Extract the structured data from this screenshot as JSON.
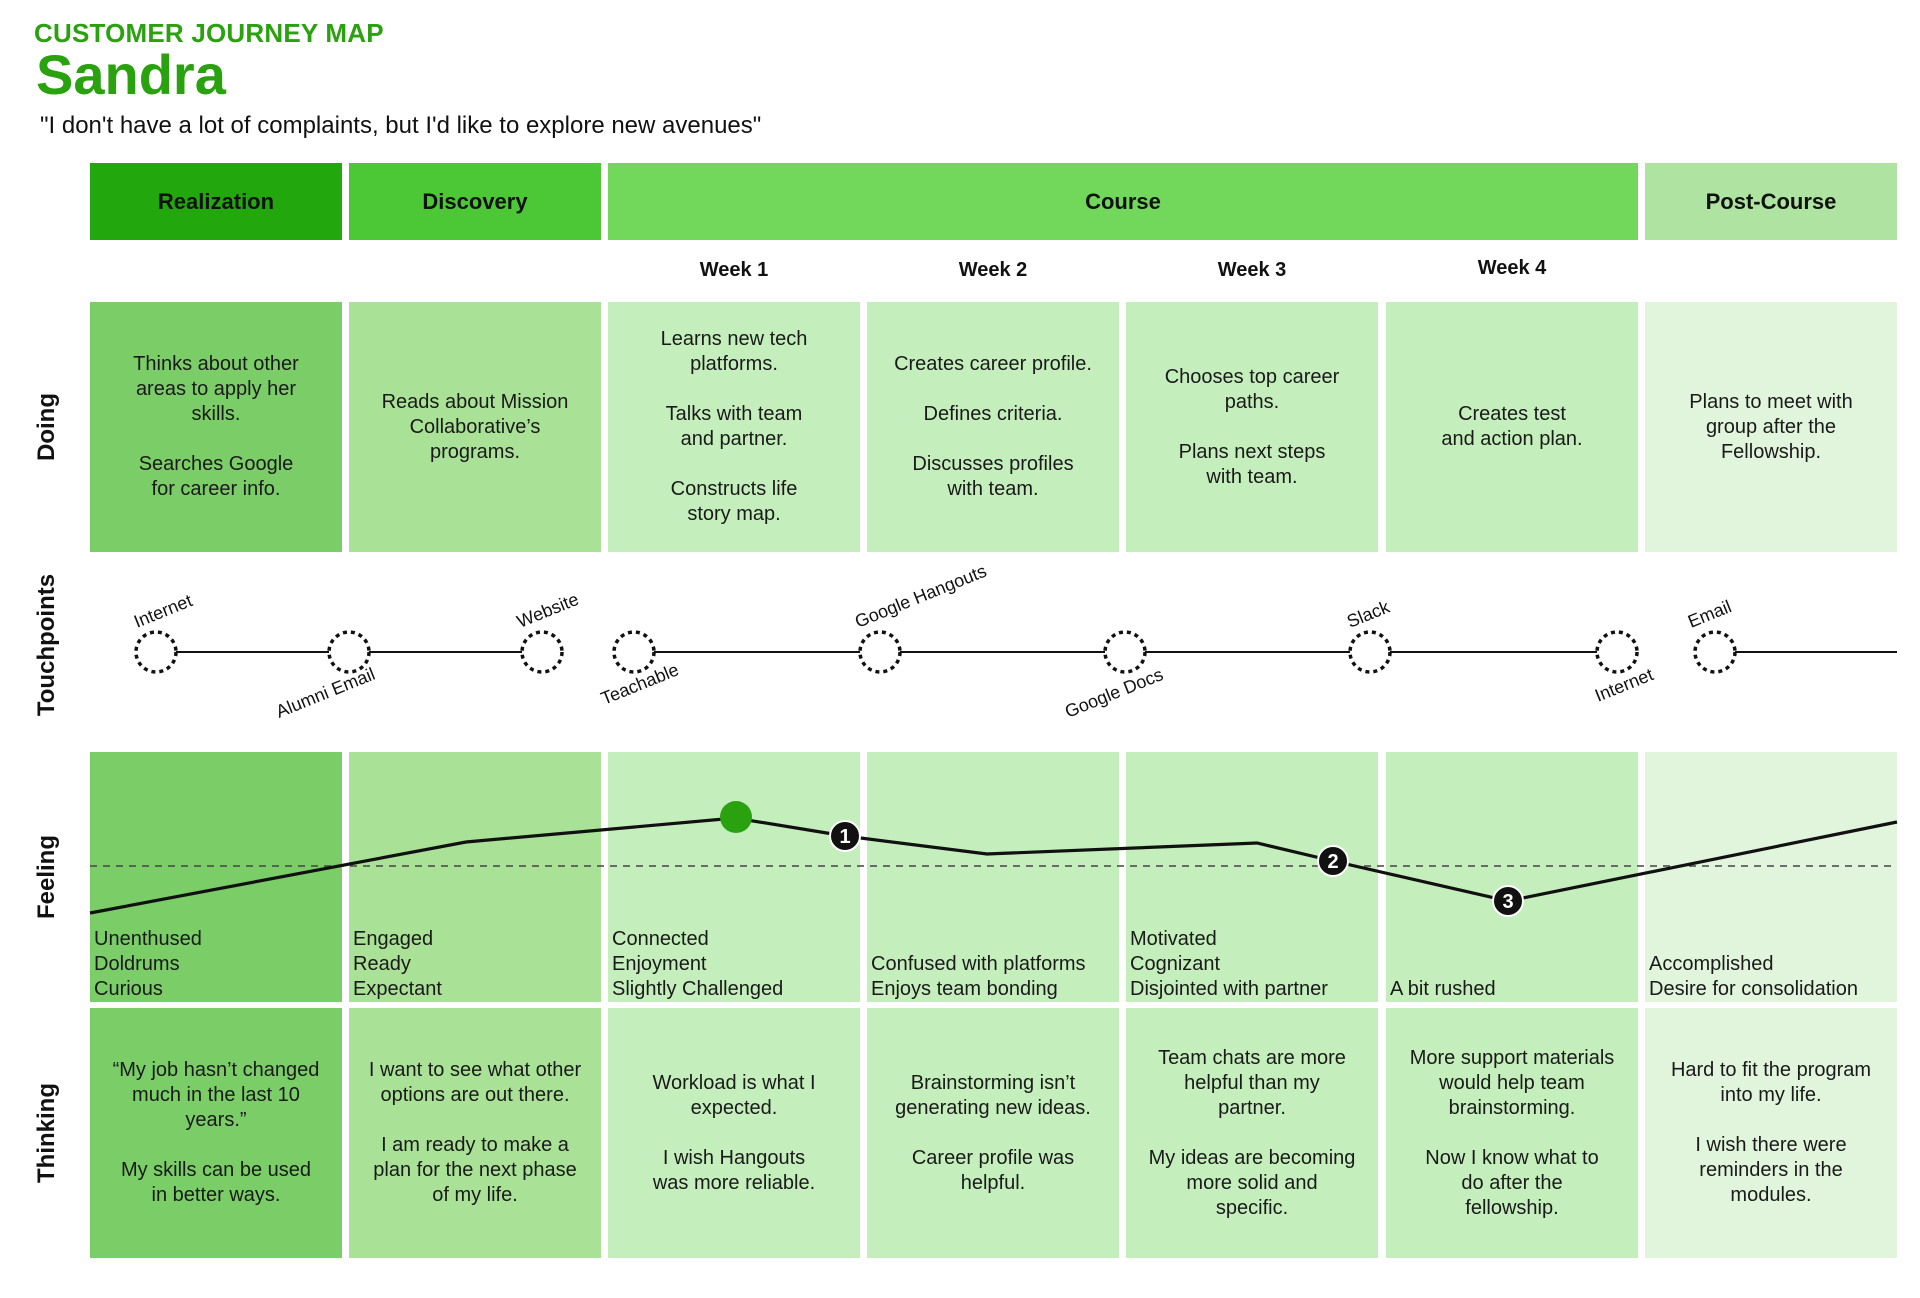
{
  "header": {
    "eyebrow": "CUSTOMER JOURNEY MAP",
    "persona": "Sandra",
    "quote": "\"I don't have a lot of complaints, but I'd like to explore new avenues\""
  },
  "phases": [
    {
      "label": "Realization",
      "color": "#22a80c"
    },
    {
      "label": "Discovery",
      "color": "#4cc836"
    },
    {
      "label": "Course",
      "color": "#72d85c"
    },
    {
      "label": "Post-Course",
      "color": "#aee3a1"
    }
  ],
  "weeks": [
    "Week 1",
    "Week 2",
    "Week 3",
    "Week 4"
  ],
  "row_labels": {
    "doing": "Doing",
    "touchpoints": "Touchpoints",
    "feeling": "Feeling",
    "thinking": "Thinking"
  },
  "column_colors": [
    "#7acd67",
    "#a9e197",
    "#c4eebb",
    "#c4eebb",
    "#c4eebb",
    "#c4eebb",
    "#e1f4dc"
  ],
  "doing": [
    "Thinks about other\nareas to apply her\nskills.\n\nSearches Google\nfor career info.",
    "Reads about Mission\nCollaborative’s\nprograms.",
    "Learns new tech\nplatforms.\n\nTalks with team\nand partner.\n\nConstructs life\nstory map.",
    "Creates career profile.\n\nDefines criteria.\n\nDiscusses profiles\nwith team.",
    "Chooses top career\npaths.\n\nPlans next steps\nwith team.",
    "Creates test\nand action plan.",
    "Plans to meet with\ngroup after the\nFellowship."
  ],
  "touchpoints": {
    "labels": [
      "Internet",
      "Alumni Email",
      "Website",
      "Teachable",
      "Google Hangouts",
      "Google Docs",
      "Slack",
      "Internet",
      "Email"
    ]
  },
  "feelings": [
    "Unenthused\nDoldrums\nCurious",
    "Engaged\nReady\nExpectant",
    "Connected\nEnjoyment\nSlightly Challenged",
    "Confused with platforms\nEnjoys team bonding",
    "Motivated\nCognizant\nDisjointed with partner",
    "A bit rushed",
    "Accomplished\nDesire for consolidation"
  ],
  "feeling_markers": [
    "1",
    "2",
    "3"
  ],
  "thinking": [
    "“My job hasn’t changed\nmuch in the last 10\nyears.”\n\nMy skills can be used\nin better ways.",
    "I want to see what other\noptions are out there.\n\nI am ready to make a\nplan for the next phase\nof my life.",
    "Workload is what I\nexpected.\n\nI wish Hangouts\nwas more reliable.",
    "Brainstorming isn’t\ngenerating new ideas.\n\nCareer profile was\nhelpful.",
    "Team chats are more\nhelpful than my\npartner.\n\nMy ideas are becoming\nmore solid and\nspecific.",
    "More support materials\nwould help team\nbrainstorming.\n\nNow I know what to\ndo after the\nfellowship.",
    "Hard to fit the program\ninto my life.\n\nI wish there were\nreminders in the\nmodules."
  ]
}
